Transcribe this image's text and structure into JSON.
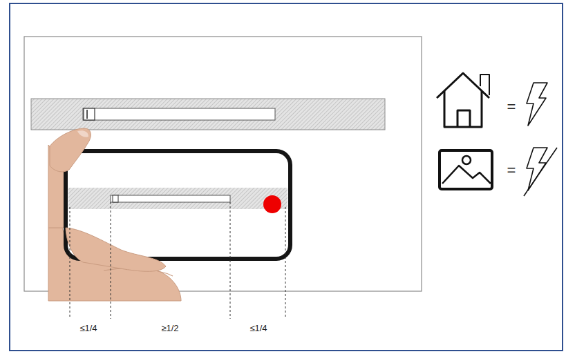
{
  "diagram": {
    "labels": [
      "≤1/4",
      "≥1/2",
      "≤1/4",
      "=",
      "="
    ]
  }
}
